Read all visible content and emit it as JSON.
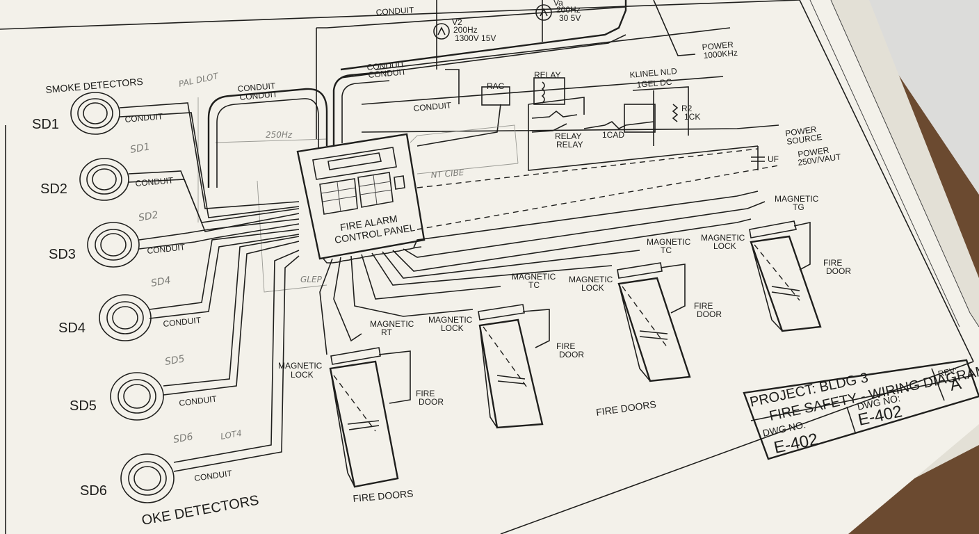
{
  "header": {
    "smoke_detectors": "SMOKE DETECTORS",
    "smoke_detectors_bottom": "OKE DETECTORS",
    "conduit": "CONDUIT"
  },
  "detectors": [
    {
      "label": "SD1",
      "note": ""
    },
    {
      "label": "SD2",
      "note": "SD1"
    },
    {
      "label": "SD3",
      "note": "SD2"
    },
    {
      "label": "SD4",
      "note": "SD4"
    },
    {
      "label": "SD5",
      "note": "SD5"
    },
    {
      "label": "SD6",
      "note": "SD6"
    }
  ],
  "panel": {
    "line1": "FIRE ALARM",
    "line2": "CONTROL PANEL"
  },
  "power": {
    "v2": "V2",
    "v2_spec1": "200Hz",
    "v2_spec2": "1300V 15V",
    "v3": "Va",
    "v3_spec1": "200Hz",
    "v3_spec2": "30 5V",
    "power_top_1": "POWER",
    "power_top_2": "1000KHz",
    "power_source_1": "POWER",
    "power_source_2": "SOURCE",
    "power_vaut_1": "POWER",
    "power_vaut_2": "250V/VAUT"
  },
  "relays": {
    "rac": "RAC",
    "relay": "RELAY",
    "relay_2a": "RELAY",
    "relay_2b": "RELAY",
    "load": "1CAD",
    "kinel": "KLINEL NLD",
    "kinel_2": "1GEL DC",
    "r2": "R2",
    "r2_val": "1CK",
    "uf": "UF"
  },
  "doors": [
    {
      "lock": "MAGNETIC",
      "lock2": "LOCK",
      "sensor": "MAGNETIC",
      "sensor2": "RT",
      "door": "FIRE",
      "door2": "DOOR"
    },
    {
      "lock": "MAGNETIC",
      "lock2": "LOCK",
      "sensor": "MAGNETIC",
      "sensor2": "TC",
      "door": "FIRE",
      "door2": "DOOR"
    },
    {
      "lock": "MAGNETIC",
      "lock2": "LOCK",
      "sensor": "MAGNETIC",
      "sensor2": "TC",
      "door": "FIRE",
      "door2": "DOOR"
    },
    {
      "lock": "MAGNETIC",
      "lock2": "LOCK",
      "sensor": "MAGNETIC",
      "sensor2": "TG",
      "door": "FIRE",
      "door2": "DOOR"
    }
  ],
  "fire_doors_1": "FIRE DOORS",
  "fire_doors_2": "FIRE DOORS",
  "annotations": {
    "n1": "250Hz",
    "n2": "NT CIBE",
    "n3": "GLEP",
    "n4": "PAL DLOT",
    "n5": "LOT4"
  },
  "title_block": {
    "project": "PROJECT:  BLDG 3",
    "title": "FIRE SAFETY - WIRING DIAGRAM",
    "rev_label": "REV:",
    "rev": "A",
    "dwg_label_1": "DWG NO:",
    "dwg_1": "E-402",
    "dwg_label_2": "DWG NO:",
    "dwg_2": "E-402"
  },
  "colors": {
    "paper": "#f1efe8",
    "desk": "#6b4a30",
    "ink": "#1f1f1d",
    "wall": "#e0e0de"
  }
}
